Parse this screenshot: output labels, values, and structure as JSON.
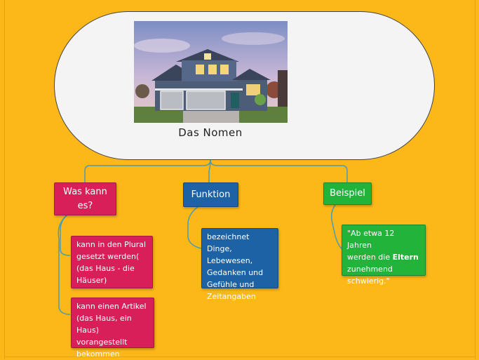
{
  "diagram": {
    "central": {
      "title": "Das Nomen",
      "image": "house-photo"
    },
    "branches": [
      {
        "label": "Was kann es?",
        "label_lines": [
          "Was kann",
          "es?"
        ],
        "color": "#D81F5A",
        "children": [
          {
            "lines": [
              "kann in den Plural",
              "gesetzt werden(",
              "(das Haus - die",
              "Häuser)"
            ]
          },
          {
            "lines": [
              "kann einen Artikel",
              "(das Haus, ein",
              "Haus) vorangestellt",
              "bekommen"
            ]
          }
        ]
      },
      {
        "label": "Funktion",
        "color": "#1C62A5",
        "children": [
          {
            "lines": [
              "bezeichnet Dinge,",
              "Lebewesen,",
              "Gedanken und",
              "Gefühle und",
              "Zeitangaben"
            ]
          }
        ]
      },
      {
        "label": "Beispiel",
        "color": "#22B33A",
        "children": [
          {
            "line1": "\"Ab etwa 12 Jahren",
            "line2_pre": "werden die ",
            "line2_bold": "Eltern",
            "line3": "zunehmend",
            "line4": "schwierig.\""
          }
        ]
      }
    ],
    "colors": {
      "background": "#FBB818",
      "connector": "#4a9bb5"
    }
  }
}
